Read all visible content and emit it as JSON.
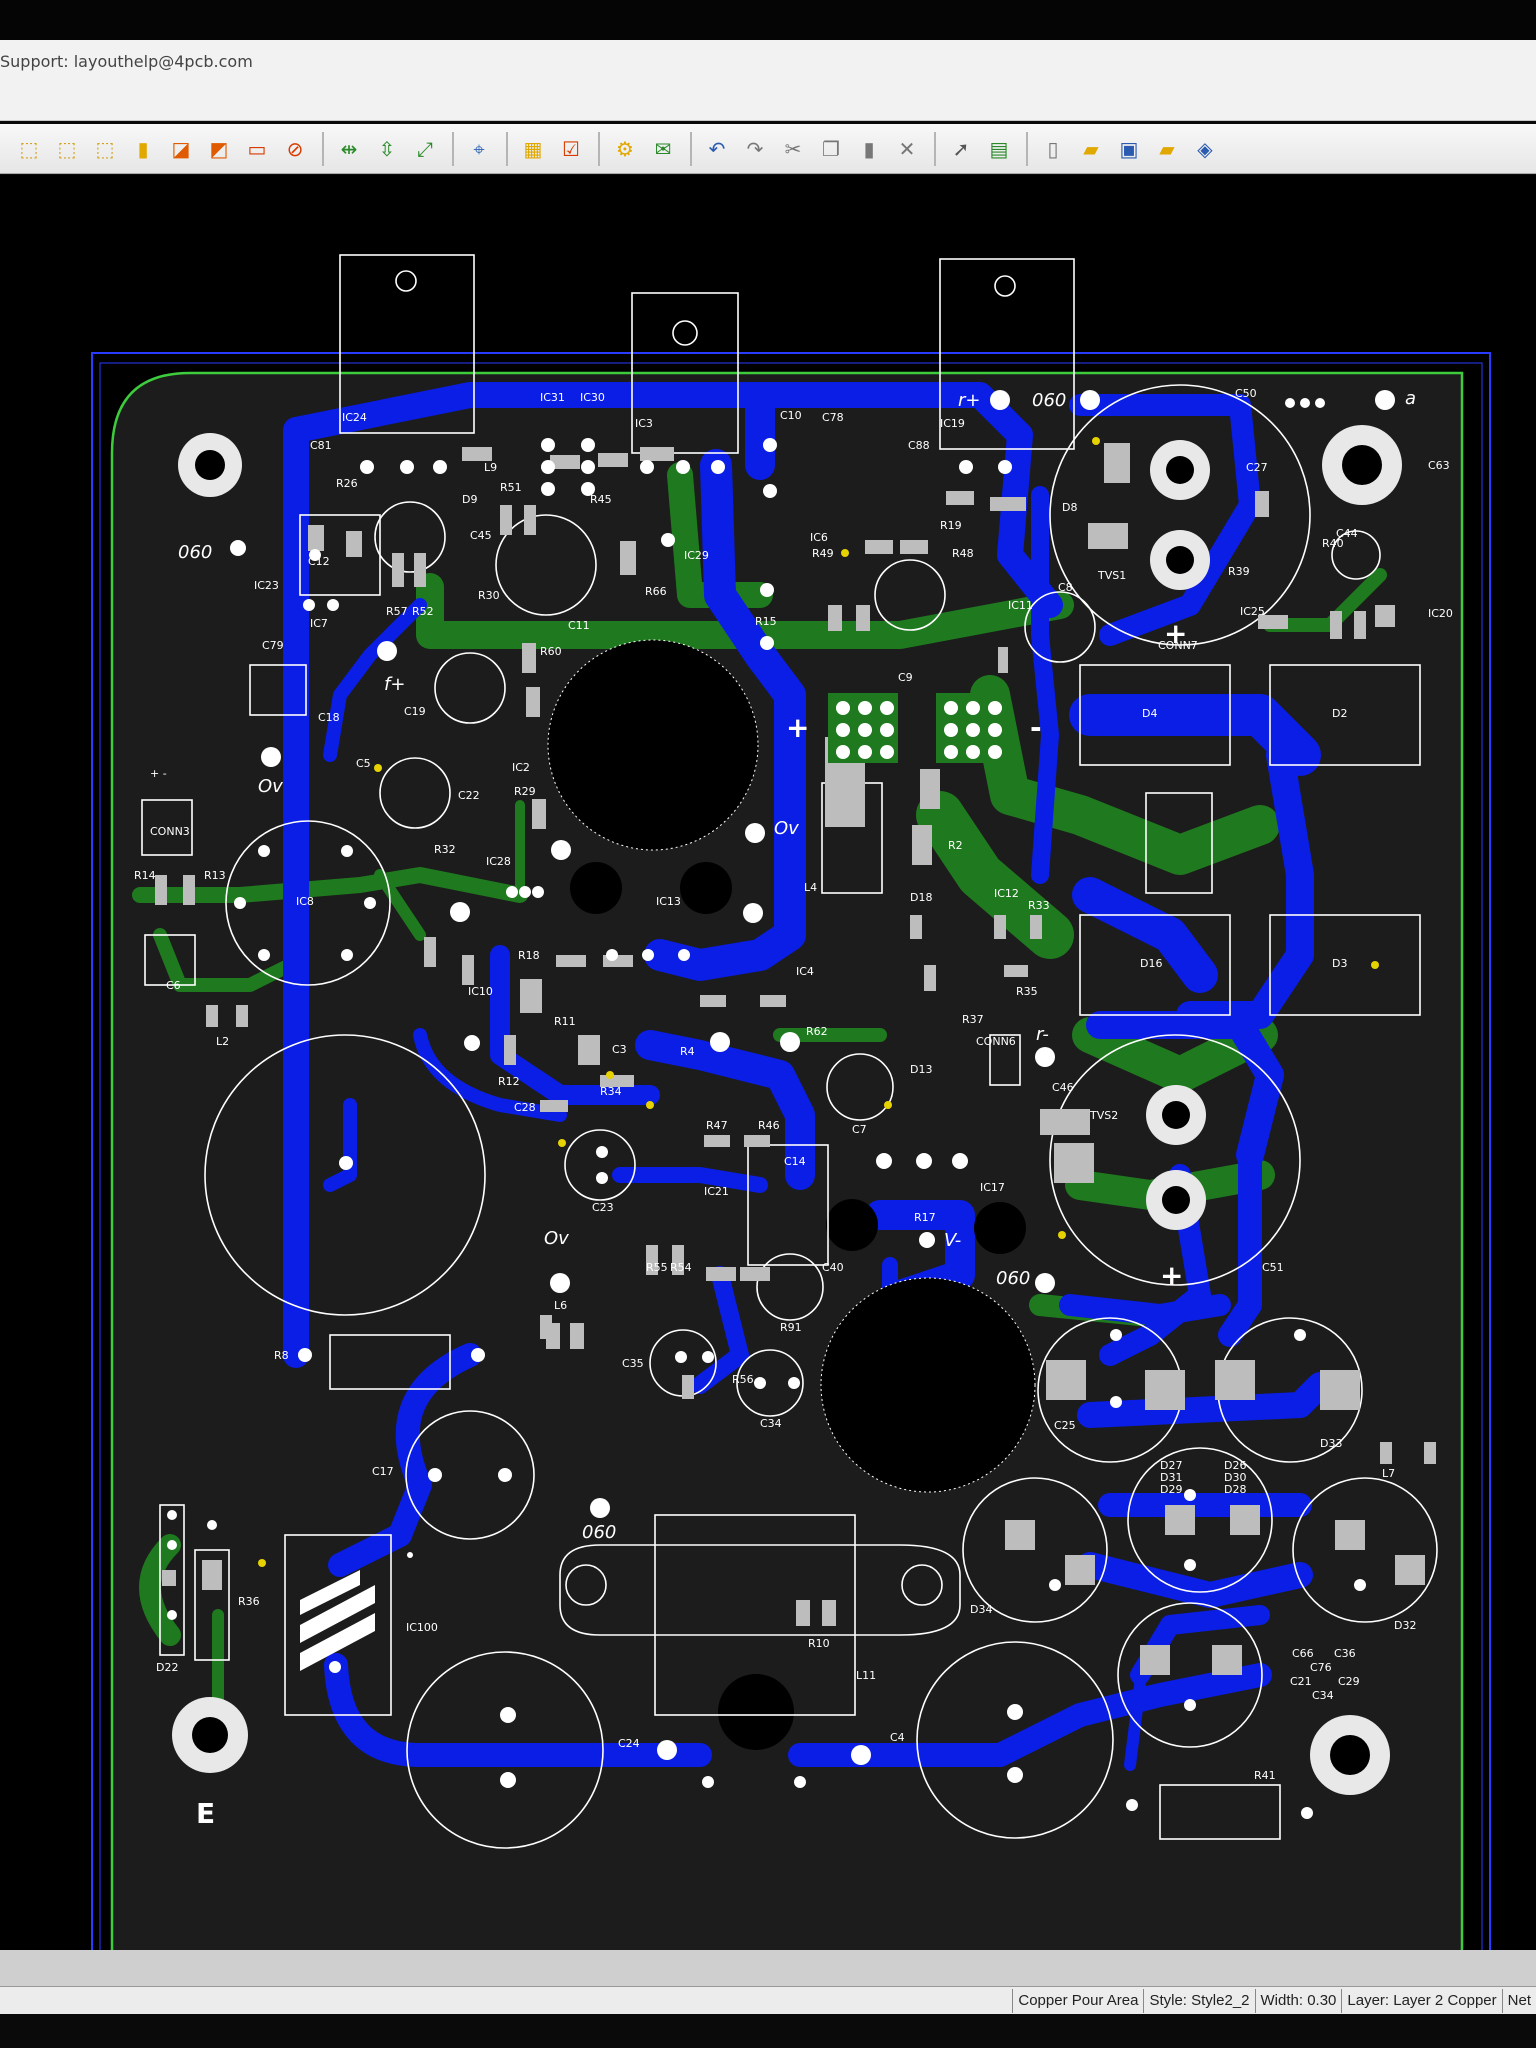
{
  "window": {
    "support_text": "Support: layouthelp@4pcb.com"
  },
  "toolbar": {
    "tools": [
      {
        "name": "place-part",
        "icon": "chip-outline-icon",
        "glyph": "⬚",
        "color": "#d4a017"
      },
      {
        "name": "place-pin",
        "icon": "pin-icon",
        "glyph": "⬚",
        "color": "#d4a017"
      },
      {
        "name": "place-pad",
        "icon": "pad-icon",
        "glyph": "⬚",
        "color": "#d4a017"
      },
      {
        "name": "place-via",
        "icon": "via-icon",
        "glyph": "▮",
        "color": "#e0a800"
      },
      {
        "name": "place-shape",
        "icon": "shape-icon",
        "glyph": "◪",
        "color": "#e05a00"
      },
      {
        "name": "place-text",
        "icon": "text-icon",
        "glyph": "◩",
        "color": "#e05a00"
      },
      {
        "name": "place-rect",
        "icon": "rectangle-icon",
        "glyph": "▭",
        "color": "#d83b00"
      },
      {
        "name": "no-connect",
        "icon": "no-connect-icon",
        "glyph": "⊘",
        "color": "#d83b00"
      },
      {
        "name": "measure-h",
        "icon": "measure-horizontal-icon",
        "glyph": "⇹",
        "color": "#2a8a2a"
      },
      {
        "name": "measure-v",
        "icon": "measure-vertical-icon",
        "glyph": "⇳",
        "color": "#2a8a2a"
      },
      {
        "name": "measure-d",
        "icon": "measure-diagonal-icon",
        "glyph": "⤢",
        "color": "#2a8a2a"
      },
      {
        "name": "grid-snap",
        "icon": "crosshair-icon",
        "glyph": "⌖",
        "color": "#3d6fb6"
      },
      {
        "name": "copper-pour",
        "icon": "copper-pour-icon",
        "glyph": "▦",
        "color": "#e0a800"
      },
      {
        "name": "drc-check",
        "icon": "check-icon",
        "glyph": "☑",
        "color": "#d83b00"
      },
      {
        "name": "settings",
        "icon": "gear-icon",
        "glyph": "⚙",
        "color": "#e0a800"
      },
      {
        "name": "export-gerber",
        "icon": "export-icon",
        "glyph": "✉",
        "color": "#2a8a2a"
      },
      {
        "name": "undo",
        "icon": "undo-icon",
        "glyph": "↶",
        "color": "#2a5bb0"
      },
      {
        "name": "redo",
        "icon": "redo-icon",
        "glyph": "↷",
        "color": "#777777"
      },
      {
        "name": "cut",
        "icon": "scissors-icon",
        "glyph": "✂",
        "color": "#777777"
      },
      {
        "name": "copy",
        "icon": "copy-icon",
        "glyph": "❐",
        "color": "#777777"
      },
      {
        "name": "paste",
        "icon": "paste-icon",
        "glyph": "▮",
        "color": "#777777"
      },
      {
        "name": "delete",
        "icon": "delete-icon",
        "glyph": "✕",
        "color": "#777777"
      },
      {
        "name": "select",
        "icon": "pointer-icon",
        "glyph": "➚",
        "color": "#555555"
      },
      {
        "name": "properties",
        "icon": "properties-icon",
        "glyph": "▤",
        "color": "#2a8a2a"
      },
      {
        "name": "new-file",
        "icon": "new-file-icon",
        "glyph": "▯",
        "color": "#777777"
      },
      {
        "name": "open-file",
        "icon": "open-folder-icon",
        "glyph": "▰",
        "color": "#e0a800"
      },
      {
        "name": "save-file",
        "icon": "save-icon",
        "glyph": "▣",
        "color": "#2a5bb0"
      },
      {
        "name": "close-file",
        "icon": "folder-icon",
        "glyph": "▰",
        "color": "#e0a800"
      },
      {
        "name": "order-pcb",
        "icon": "layers-icon",
        "glyph": "◈",
        "color": "#2a5bb0"
      }
    ]
  },
  "board": {
    "labels": [
      {
        "t": "IC24",
        "cls": "small",
        "name": "ic24"
      },
      {
        "t": "IC3",
        "cls": "small",
        "name": "ic3"
      },
      {
        "t": "IC19",
        "cls": "small",
        "name": "ic19"
      },
      {
        "t": "IC31",
        "cls": "small",
        "name": "ic31"
      },
      {
        "t": "IC30",
        "cls": "small",
        "name": "ic30"
      },
      {
        "t": "C10",
        "cls": "small",
        "name": "c10"
      },
      {
        "t": "C78",
        "cls": "small",
        "name": "c78"
      },
      {
        "t": "C88",
        "cls": "small",
        "name": "c88"
      },
      {
        "t": "r+",
        "cls": "med",
        "name": "r-plus"
      },
      {
        "t": "060",
        "cls": "med",
        "name": "hole-060-top"
      },
      {
        "t": "C50",
        "cls": "small",
        "name": "c50"
      },
      {
        "t": "a",
        "cls": "med",
        "name": "a-mark"
      },
      {
        "t": "C81",
        "cls": "small",
        "name": "c81"
      },
      {
        "t": "L9",
        "cls": "small",
        "name": "l9"
      },
      {
        "t": "R26",
        "cls": "small",
        "name": "r26"
      },
      {
        "t": "D9",
        "cls": "small",
        "name": "d9"
      },
      {
        "t": "R51",
        "cls": "small",
        "name": "r51"
      },
      {
        "t": "R45",
        "cls": "small",
        "name": "r45"
      },
      {
        "t": "C45",
        "cls": "small",
        "name": "c45"
      },
      {
        "t": "IC6",
        "cls": "small",
        "name": "ic6"
      },
      {
        "t": "R49",
        "cls": "small",
        "name": "r49"
      },
      {
        "t": "R19",
        "cls": "small",
        "name": "r19"
      },
      {
        "t": "R48",
        "cls": "small",
        "name": "r48"
      },
      {
        "t": "D8",
        "cls": "small",
        "name": "d8"
      },
      {
        "t": "C27",
        "cls": "small",
        "name": "c27"
      },
      {
        "t": "C63",
        "cls": "small",
        "name": "c63"
      },
      {
        "t": "R40",
        "cls": "small",
        "name": "r40"
      },
      {
        "t": "C44",
        "cls": "small",
        "name": "c44"
      },
      {
        "t": "060",
        "cls": "med",
        "name": "hole-060-left"
      },
      {
        "t": "C12",
        "cls": "small",
        "name": "c12"
      },
      {
        "t": "IC29",
        "cls": "small",
        "name": "ic29"
      },
      {
        "t": "R66",
        "cls": "small",
        "name": "r66"
      },
      {
        "t": "C8",
        "cls": "small",
        "name": "c8"
      },
      {
        "t": "TVS1",
        "cls": "small",
        "name": "tvs1"
      },
      {
        "t": "R39",
        "cls": "small",
        "name": "r39"
      },
      {
        "t": "IC25",
        "cls": "small",
        "name": "ic25"
      },
      {
        "t": "IC20",
        "cls": "small",
        "name": "ic20"
      },
      {
        "t": "IC23",
        "cls": "small",
        "name": "ic23"
      },
      {
        "t": "IC7",
        "cls": "small",
        "name": "ic7"
      },
      {
        "t": "R57",
        "cls": "small",
        "name": "r57"
      },
      {
        "t": "R52",
        "cls": "small",
        "name": "r52"
      },
      {
        "t": "C11",
        "cls": "small",
        "name": "c11"
      },
      {
        "t": "R15",
        "cls": "small",
        "name": "r15"
      },
      {
        "t": "IC11",
        "cls": "small",
        "name": "ic11"
      },
      {
        "t": "C79",
        "cls": "small",
        "name": "c79"
      },
      {
        "t": "R30",
        "cls": "small",
        "name": "r30"
      },
      {
        "t": "R60",
        "cls": "small",
        "name": "r60"
      },
      {
        "t": "C9",
        "cls": "small",
        "name": "c9"
      },
      {
        "t": "C18",
        "cls": "small",
        "name": "c18"
      },
      {
        "t": "f+",
        "cls": "med",
        "name": "f-plus"
      },
      {
        "t": "C19",
        "cls": "small",
        "name": "c19"
      },
      {
        "t": "+",
        "cls": "big",
        "name": "plus-mark-1"
      },
      {
        "t": "-",
        "cls": "big",
        "name": "minus-mark-1"
      },
      {
        "t": "D4",
        "cls": "small",
        "name": "d4"
      },
      {
        "t": "D2",
        "cls": "small",
        "name": "d2"
      },
      {
        "t": "+ -",
        "cls": "small",
        "name": "plus-minus"
      },
      {
        "t": "Ov",
        "cls": "med",
        "name": "ov-1"
      },
      {
        "t": "C5",
        "cls": "small",
        "name": "c5"
      },
      {
        "t": "IC2",
        "cls": "small",
        "name": "ic2"
      },
      {
        "t": "C22",
        "cls": "small",
        "name": "c22"
      },
      {
        "t": "R29",
        "cls": "small",
        "name": "r29"
      },
      {
        "t": "Ov",
        "cls": "med",
        "name": "ov-2"
      },
      {
        "t": "CONN7",
        "cls": "small",
        "name": "conn7"
      },
      {
        "t": "CONN3",
        "cls": "small",
        "name": "conn3"
      },
      {
        "t": "R14",
        "cls": "small",
        "name": "r14"
      },
      {
        "t": "R13",
        "cls": "small",
        "name": "r13"
      },
      {
        "t": "IC8",
        "cls": "small",
        "name": "ic8"
      },
      {
        "t": "R32",
        "cls": "small",
        "name": "r32"
      },
      {
        "t": "IC28",
        "cls": "small",
        "name": "ic28"
      },
      {
        "t": "IC13",
        "cls": "small",
        "name": "ic13"
      },
      {
        "t": "L4",
        "cls": "small",
        "name": "l4"
      },
      {
        "t": "D18",
        "cls": "small",
        "name": "d18"
      },
      {
        "t": "R2",
        "cls": "small",
        "name": "r2"
      },
      {
        "t": "IC12",
        "cls": "small",
        "name": "ic12"
      },
      {
        "t": "R33",
        "cls": "small",
        "name": "r33"
      },
      {
        "t": "D16",
        "cls": "small",
        "name": "d16"
      },
      {
        "t": "D3",
        "cls": "small",
        "name": "d3"
      },
      {
        "t": "C6",
        "cls": "small",
        "name": "c6"
      },
      {
        "t": "R18",
        "cls": "small",
        "name": "r18"
      },
      {
        "t": "IC10",
        "cls": "small",
        "name": "ic10"
      },
      {
        "t": "IC4",
        "cls": "small",
        "name": "ic4"
      },
      {
        "t": "R35",
        "cls": "small",
        "name": "r35"
      },
      {
        "t": "L2",
        "cls": "small",
        "name": "l2"
      },
      {
        "t": "R11",
        "cls": "small",
        "name": "r11"
      },
      {
        "t": "C3",
        "cls": "small",
        "name": "c3"
      },
      {
        "t": "R62",
        "cls": "small",
        "name": "r62"
      },
      {
        "t": "R37",
        "cls": "small",
        "name": "r37"
      },
      {
        "t": "CONN6",
        "cls": "small",
        "name": "conn6"
      },
      {
        "t": "r-",
        "cls": "med",
        "name": "r-minus"
      },
      {
        "t": "R4",
        "cls": "small",
        "name": "r4"
      },
      {
        "t": "D13",
        "cls": "small",
        "name": "d13"
      },
      {
        "t": "C46",
        "cls": "small",
        "name": "c46"
      },
      {
        "t": "R12",
        "cls": "small",
        "name": "r12"
      },
      {
        "t": "R34",
        "cls": "small",
        "name": "r34"
      },
      {
        "t": "C28",
        "cls": "small",
        "name": "c28"
      },
      {
        "t": "C7",
        "cls": "small",
        "name": "c7"
      },
      {
        "t": "TVS2",
        "cls": "small",
        "name": "tvs2"
      },
      {
        "t": "C14",
        "cls": "small",
        "name": "c14"
      },
      {
        "t": "R47",
        "cls": "small",
        "name": "r47"
      },
      {
        "t": "R46",
        "cls": "small",
        "name": "r46"
      },
      {
        "t": "IC21",
        "cls": "small",
        "name": "ic21"
      },
      {
        "t": "R17",
        "cls": "small",
        "name": "r17"
      },
      {
        "t": "IC17",
        "cls": "small",
        "name": "ic17"
      },
      {
        "t": "C23",
        "cls": "small",
        "name": "c23"
      },
      {
        "t": "Ov",
        "cls": "med",
        "name": "ov-3"
      },
      {
        "t": "V-",
        "cls": "med",
        "name": "v-minus"
      },
      {
        "t": "C40",
        "cls": "small",
        "name": "c40"
      },
      {
        "t": "060",
        "cls": "med",
        "name": "hole-060-mid"
      },
      {
        "t": "C51",
        "cls": "small",
        "name": "c51"
      },
      {
        "t": "R55",
        "cls": "small",
        "name": "r55"
      },
      {
        "t": "R54",
        "cls": "small",
        "name": "r54"
      },
      {
        "t": "L6",
        "cls": "small",
        "name": "l6"
      },
      {
        "t": "R91",
        "cls": "small",
        "name": "r91"
      },
      {
        "t": "R8",
        "cls": "small",
        "name": "r8"
      },
      {
        "t": "C35",
        "cls": "small",
        "name": "c35"
      },
      {
        "t": "R56",
        "cls": "small",
        "name": "r56"
      },
      {
        "t": "C34",
        "cls": "small",
        "name": "c34"
      },
      {
        "t": "C25",
        "cls": "small",
        "name": "c25"
      },
      {
        "t": "D33",
        "cls": "small",
        "name": "d33"
      },
      {
        "t": "L7",
        "cls": "small",
        "name": "l7"
      },
      {
        "t": "C17",
        "cls": "small",
        "name": "c17"
      },
      {
        "t": "D27",
        "cls": "small",
        "name": "d27"
      },
      {
        "t": "D26",
        "cls": "small",
        "name": "d26"
      },
      {
        "t": "D31",
        "cls": "small",
        "name": "d31"
      },
      {
        "t": "D30",
        "cls": "small",
        "name": "d30"
      },
      {
        "t": "D29",
        "cls": "small",
        "name": "d29"
      },
      {
        "t": "D28",
        "cls": "small",
        "name": "d28"
      },
      {
        "t": "060",
        "cls": "med",
        "name": "hole-060-low"
      },
      {
        "t": "R36",
        "cls": "small",
        "name": "r36"
      },
      {
        "t": "IC100",
        "cls": "small",
        "name": "ic100"
      },
      {
        "t": "R10",
        "cls": "small",
        "name": "r10"
      },
      {
        "t": "L11",
        "cls": "small",
        "name": "l11"
      },
      {
        "t": "D34",
        "cls": "small",
        "name": "d34"
      },
      {
        "t": "D32",
        "cls": "small",
        "name": "d32"
      },
      {
        "t": "C66",
        "cls": "small",
        "name": "c66"
      },
      {
        "t": "C36",
        "cls": "small",
        "name": "c36"
      },
      {
        "t": "C76",
        "cls": "small",
        "name": "c76"
      },
      {
        "t": "C21",
        "cls": "small",
        "name": "c21"
      },
      {
        "t": "C29",
        "cls": "small",
        "name": "c29"
      },
      {
        "t": "C34",
        "cls": "small",
        "name": "c34-b"
      },
      {
        "t": "D22",
        "cls": "small",
        "name": "d22"
      },
      {
        "t": "C24",
        "cls": "small",
        "name": "c24"
      },
      {
        "t": "C4",
        "cls": "small",
        "name": "c4"
      },
      {
        "t": "R41",
        "cls": "small",
        "name": "r41"
      },
      {
        "t": "E",
        "cls": "big",
        "name": "e-mark"
      },
      {
        "t": "+",
        "cls": "big",
        "name": "plus-mark-2"
      },
      {
        "t": "+",
        "cls": "big",
        "name": "plus-mark-3"
      }
    ]
  },
  "status": {
    "mode": "Copper Pour Area",
    "style": "Style: Style2_2",
    "width": "Width: 0.30",
    "layer": "Layer: Layer 2 Copper",
    "net": "Net"
  },
  "colors": {
    "copper_layer_2": "#0a1ee6",
    "copper_layer_1": "#1f7a1f",
    "silkscreen": "#ffffff",
    "board_outline": "#3ccc3c",
    "keepout": "#2a3cff",
    "pad": "#bdbdbd",
    "background": "#000000"
  }
}
